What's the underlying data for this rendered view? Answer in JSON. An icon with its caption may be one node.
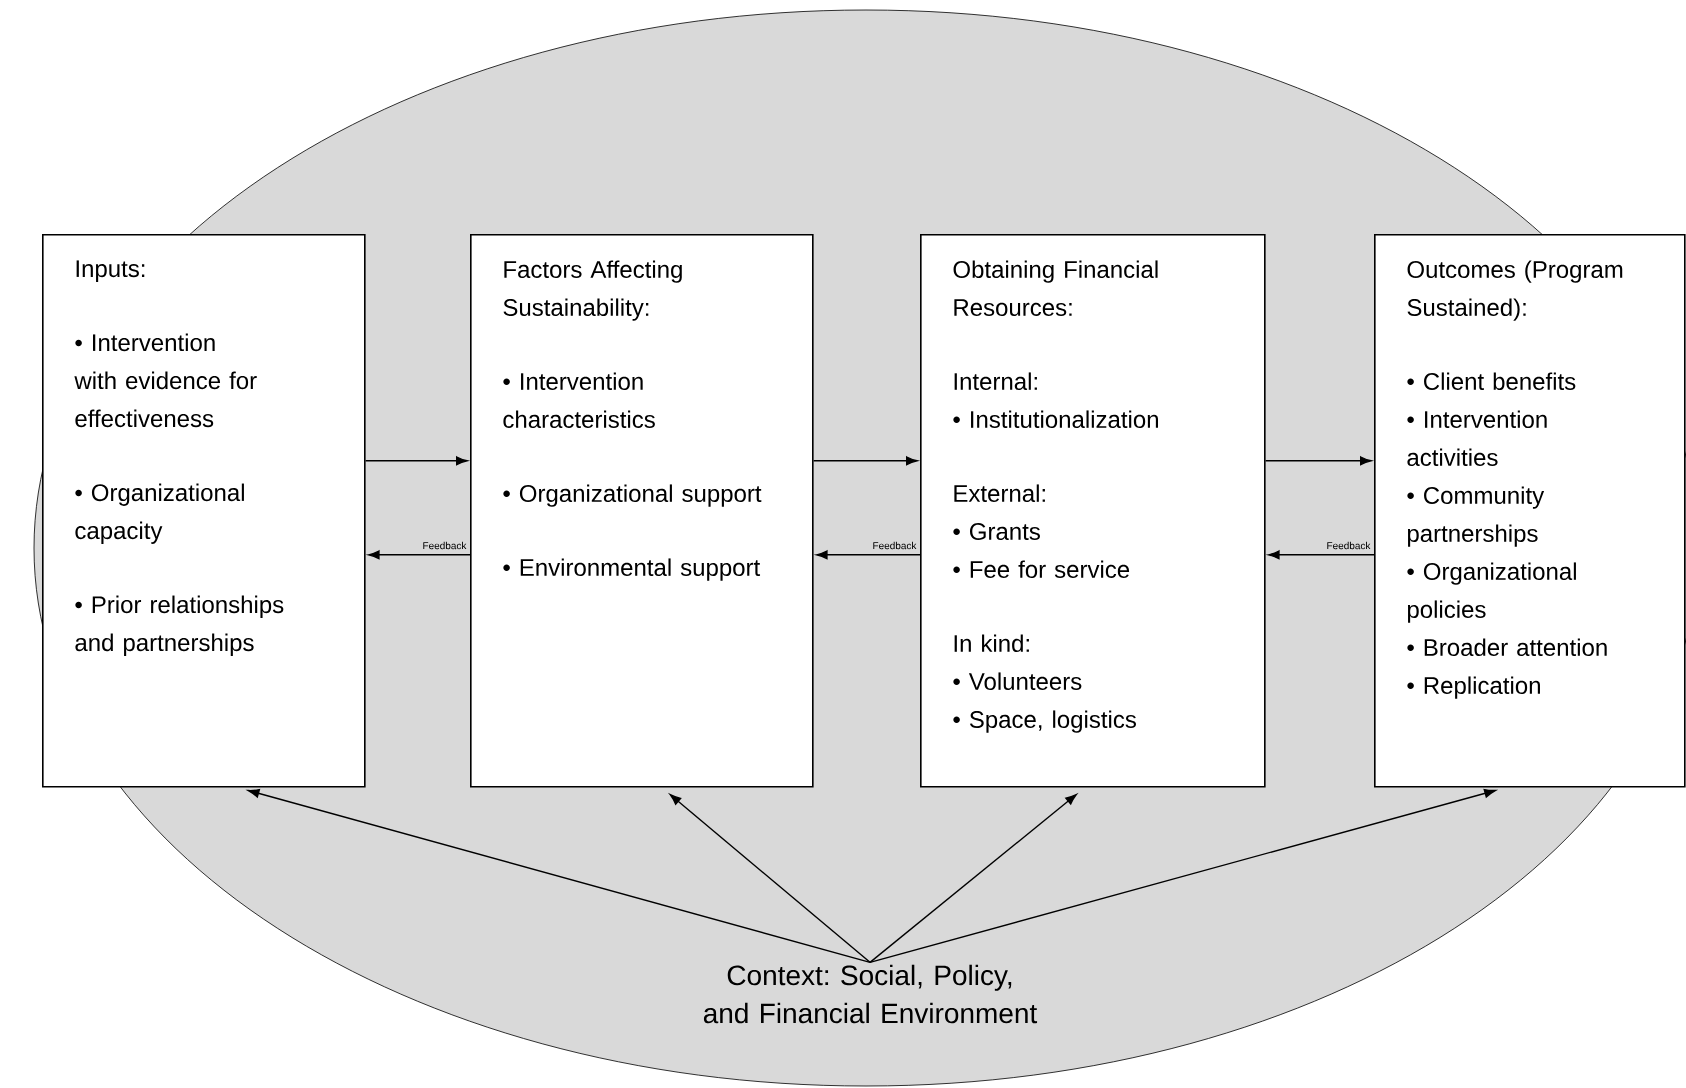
{
  "diagram": {
    "nodes": [
      {
        "text": [],
        "shape": "ellipse"
      },
      {
        "text": [
          "Inputs:",
          "• Intervention with evidence for effectiveness",
          "• Organizational capacity",
          "• Prior relationships and partnerships"
        ],
        "in": 0
      },
      {
        "text": [
          "Factors Affecting Sustainability:",
          "• Intervention characteristics",
          "• Organizational support",
          "• Environmental support"
        ],
        "in": 0
      },
      {
        "text": [
          "Obtaining Financial Resources:",
          "Internal:",
          "• Institutionalization",
          "External:",
          "• Grants",
          "• Fee for service",
          "In kind:",
          "• Volunteers",
          "• Space, logistics"
        ],
        "in": 0
      },
      {
        "text": [
          "Outcomes (Program Sustained):",
          "• Client benefits",
          "• Intervention activities",
          "• Community partnerships",
          "• Organizational policies",
          "• Broader attention",
          "• Replication"
        ],
        "in": 0
      },
      {
        "text": [
          "Context: Social, Policy, and Financial Environment"
        ],
        "in": 0
      }
    ],
    "edges": [
      {
        "from": 1,
        "to": 2,
        "arrow": "to"
      },
      {
        "from": 2,
        "to": 1,
        "arrow": "to",
        "label": "Feedback"
      },
      {
        "from": 2,
        "to": 3,
        "arrow": "to"
      },
      {
        "from": 3,
        "to": 2,
        "arrow": "to",
        "label": "Feedback"
      },
      {
        "from": 3,
        "to": 4,
        "arrow": "to"
      },
      {
        "from": 4,
        "to": 3,
        "arrow": "to",
        "label": "Feedback"
      },
      {
        "from": 5,
        "to": 1,
        "arrow": "to"
      },
      {
        "from": 5,
        "to": 2,
        "arrow": "to"
      },
      {
        "from": 5,
        "to": 3,
        "arrow": "to"
      },
      {
        "from": 5,
        "to": 4,
        "arrow": "to"
      }
    ]
  }
}
